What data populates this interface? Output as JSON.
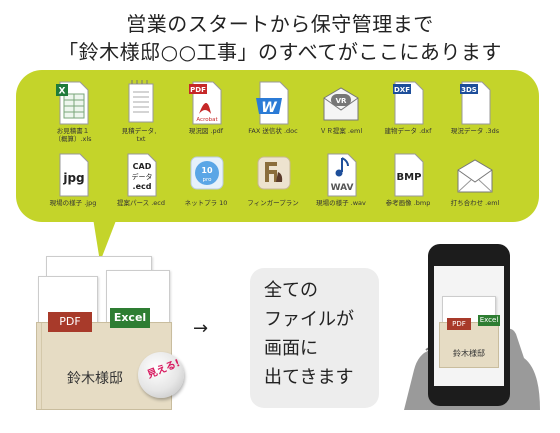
{
  "headline": {
    "line1": "営業のスタートから保守管理まで",
    "line2": "「鈴木様邸○○工事」のすべてがここにあります"
  },
  "files_row1": [
    {
      "icon": "excel-file-icon",
      "label": "お見積書１\n（概算）.xls"
    },
    {
      "icon": "text-file-icon",
      "label": "見積データ．\ntxt"
    },
    {
      "icon": "pdf-file-icon",
      "label": "現況図 .pdf"
    },
    {
      "icon": "word-file-icon",
      "label": "FAX 送信状 .doc"
    },
    {
      "icon": "vr-email-icon",
      "label": "ＶＲ提案 .eml"
    },
    {
      "icon": "dxf-file-icon",
      "label": "建物データ .dxf"
    },
    {
      "icon": "3ds-file-icon",
      "label": "現況データ .3ds"
    }
  ],
  "files_row2": [
    {
      "icon": "jpg-file-icon",
      "label": "現場の様子 .jpg"
    },
    {
      "icon": "cad-file-icon",
      "label": "提案パース .ecd"
    },
    {
      "icon": "network-app-icon",
      "label": "ネットプラ 10"
    },
    {
      "icon": "finisher-app-icon",
      "label": "フィンガープラン"
    },
    {
      "icon": "wav-file-icon",
      "label": "現場の様子 .wav"
    },
    {
      "icon": "bmp-file-icon",
      "label": "参考画像 .bmp"
    },
    {
      "icon": "email-envelope-icon",
      "label": "打ち合わせ .eml"
    }
  ],
  "icon_text": {
    "pdf": "PDF",
    "acrobat": "Acrobat",
    "vr": "VR",
    "dxf": "DXF",
    "tds": "3DS",
    "jpg": "jpg",
    "cad1": "CAD",
    "cad2": "データ",
    "cad3": ".ecd",
    "np1": "10",
    "np2": "pro",
    "wav": "WAV",
    "bmp": "BMP"
  },
  "box": {
    "label": "鈴木様邸",
    "pdf_tag": "PDF",
    "excel_tag": "Excel",
    "badge": "見える!"
  },
  "arrow": "→",
  "message": {
    "line1": "全ての",
    "line2": "ファイルが",
    "line3": "画面に",
    "line4": "出てきます"
  },
  "phone": {
    "box_label": "鈴木様邸",
    "pdf_tag": "PDF",
    "excel_tag": "Excel"
  },
  "colors": {
    "bubble": "#c4d42a",
    "pdf_tag": "#a83a2a",
    "excel_tag": "#2e7d32",
    "box": "#e6dcc4",
    "panel": "#ededed"
  }
}
